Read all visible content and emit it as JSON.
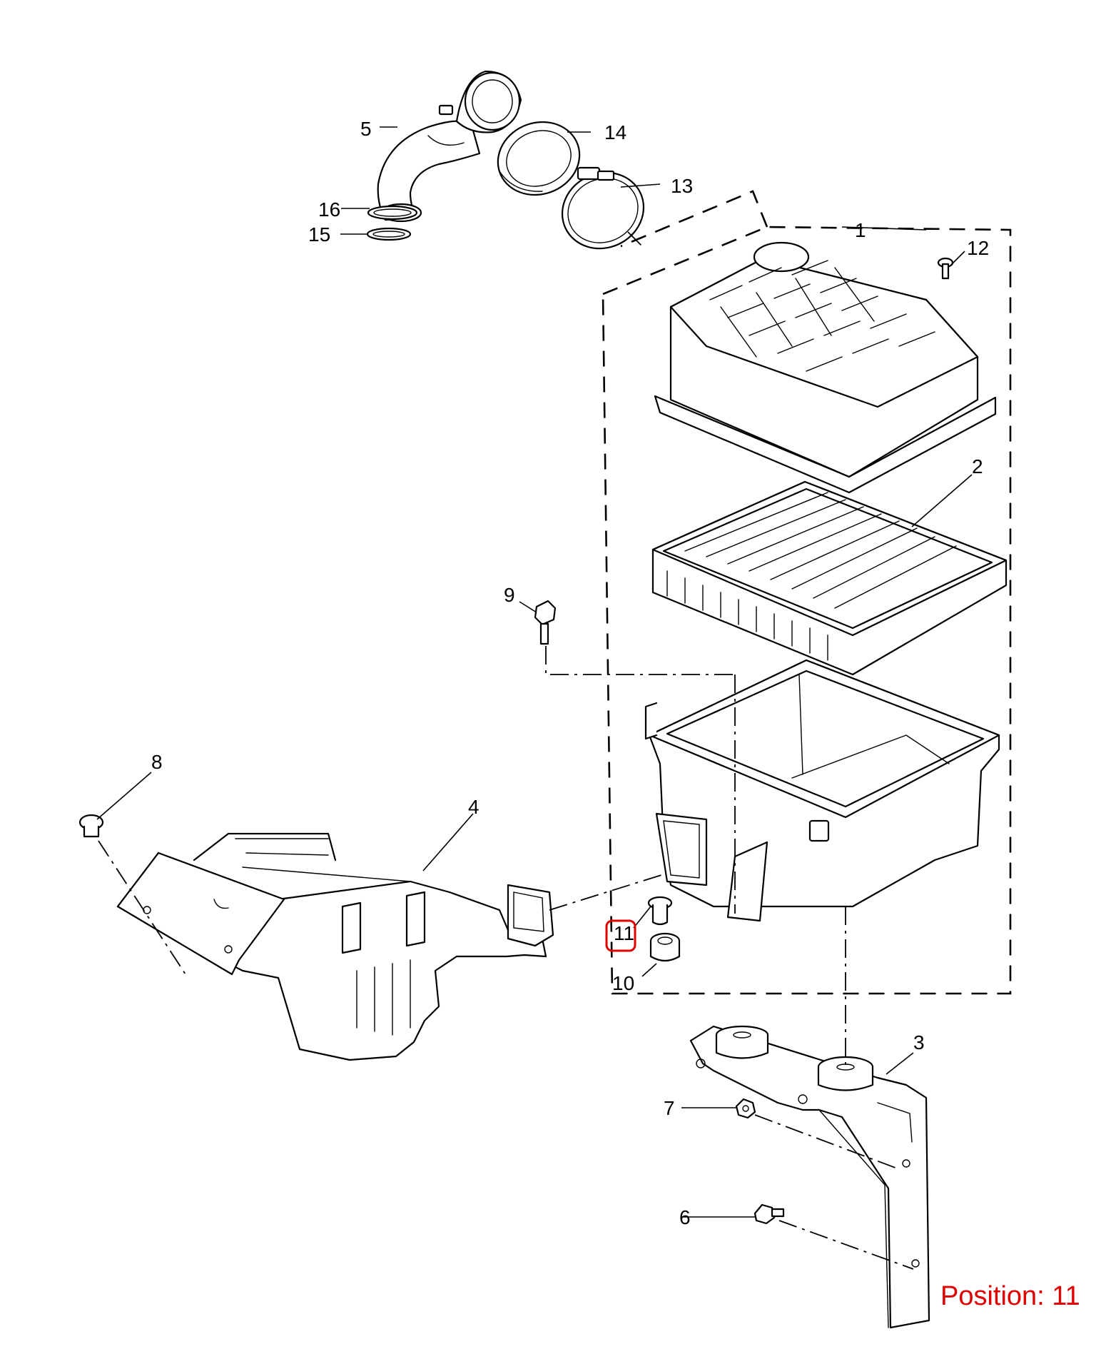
{
  "callouts": {
    "c1": "1",
    "c2": "2",
    "c3": "3",
    "c4": "4",
    "c5": "5",
    "c6": "6",
    "c7": "7",
    "c8": "8",
    "c9": "9",
    "c10": "10",
    "c11": "11",
    "c12": "12",
    "c13": "13",
    "c14": "14",
    "c15": "15",
    "c16": "16"
  },
  "position_label": "Position: 11",
  "highlighted_part": "11",
  "colors": {
    "highlight": "#e00000",
    "line": "#000000",
    "background": "#ffffff"
  }
}
